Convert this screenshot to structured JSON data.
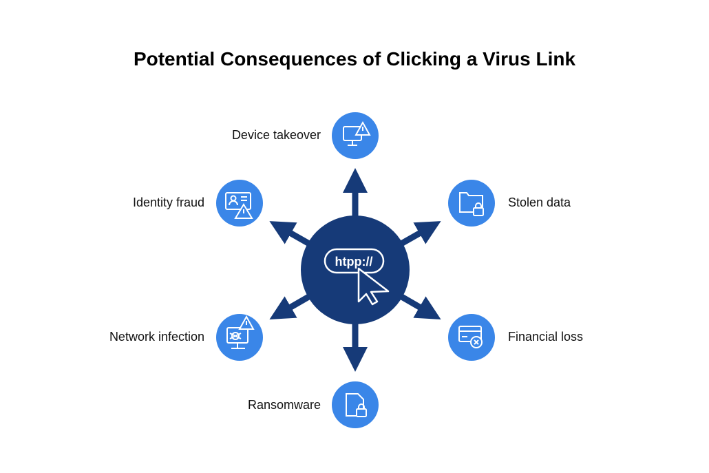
{
  "title": "Potential Consequences of Clicking a Virus Link",
  "center": {
    "text": "htpp://",
    "icon": "url-cursor-icon"
  },
  "colors": {
    "navy": "#163a78",
    "blue": "#3a86e8",
    "white": "#ffffff"
  },
  "nodes": [
    {
      "label": "Device takeover",
      "icon": "monitor-warning-icon"
    },
    {
      "label": "Identity fraud",
      "icon": "id-card-warning-icon"
    },
    {
      "label": "Stolen data",
      "icon": "folder-lock-icon"
    },
    {
      "label": "Network infection",
      "icon": "monitor-bug-warning-icon"
    },
    {
      "label": "Financial loss",
      "icon": "card-x-icon"
    },
    {
      "label": "Ransomware",
      "icon": "file-lock-icon"
    }
  ]
}
